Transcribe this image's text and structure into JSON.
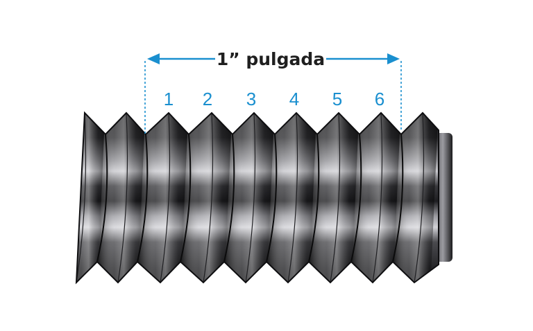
{
  "measurement": {
    "label": "1” pulgada"
  },
  "thread_count_labels": [
    "1",
    "2",
    "3",
    "4",
    "5",
    "6"
  ],
  "colors": {
    "accent": "#1a8fcf",
    "label_text": "#1f1f1f",
    "thread_dark": "#1c1c1e",
    "thread_mid": "#4a4a4e",
    "thread_highlight": "#e4e4e8",
    "background": "#ffffff"
  }
}
